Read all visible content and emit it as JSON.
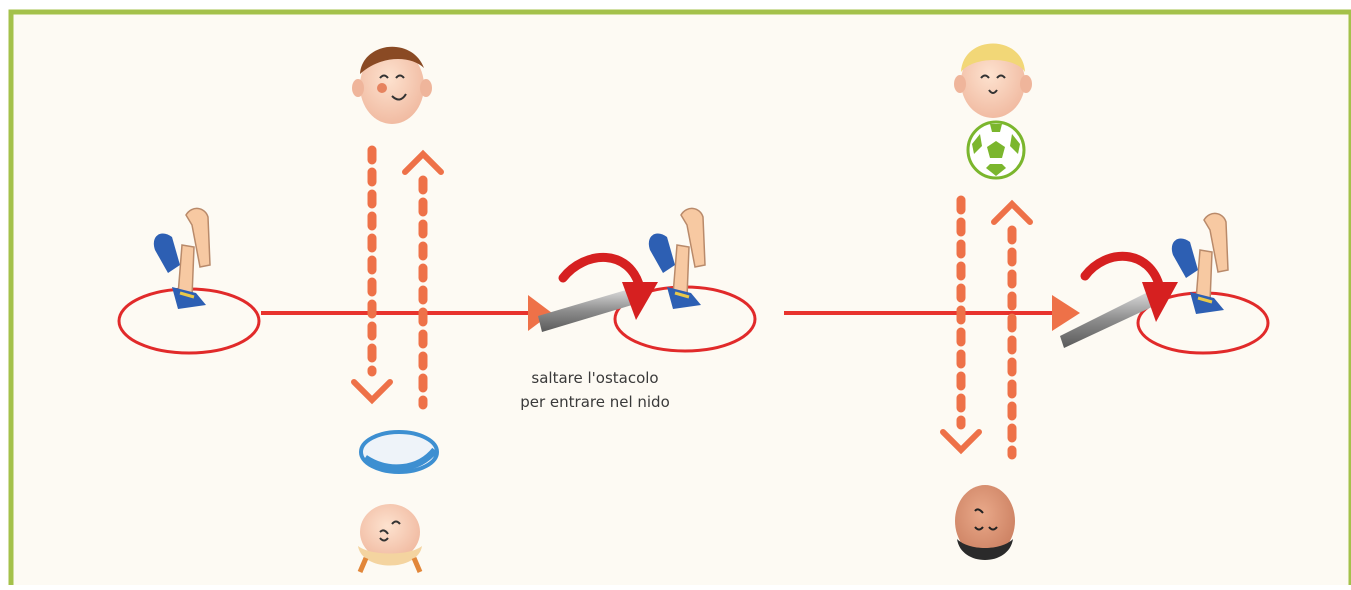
{
  "caption": {
    "line1": "saltare l'ostacolo",
    "line2": "per entrare nel nido"
  },
  "colors": {
    "background": "#fdfaf3",
    "border": "#a4c14a",
    "run_arrow": "#e8332d",
    "pass_arrow": "#ee7148",
    "nest_circle": "#e12a2a",
    "hurdle": "#9a9a9a",
    "ball_green": "#7bb62d",
    "rugby_ball": "#3d8fd1"
  },
  "icons": [
    "boy-face-icon",
    "blond-boy-face-icon",
    "soccer-ball-icon",
    "rugby-ball-icon",
    "child-face-upside-down-icon",
    "bald-man-face-upside-down-icon",
    "kneeling-player-icon",
    "hurdle-icon",
    "jump-arrow-icon",
    "nest-circle"
  ]
}
